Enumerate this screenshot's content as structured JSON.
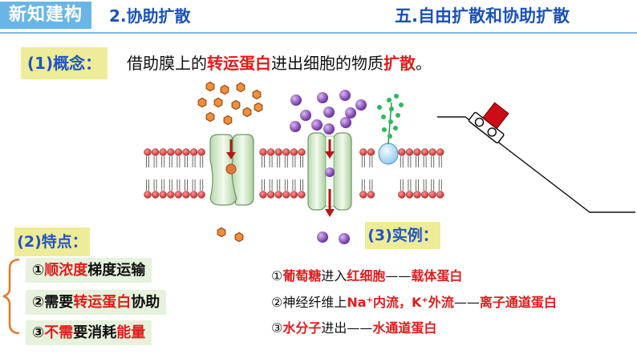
{
  "header": {
    "badge": "新知建构",
    "subtitle": "2.协助扩散",
    "title": "五.自由扩散和协助扩散"
  },
  "concept": {
    "label": "(1)概念：",
    "parts": [
      "借助膜上的",
      "转运蛋白",
      "进出细胞的物质",
      "扩散",
      "。"
    ]
  },
  "traits": {
    "label": "(2)特点：",
    "items": [
      {
        "num": "①",
        "red": "顺浓度",
        "rest": "梯度运输"
      },
      {
        "num": "②",
        "pre": "需要",
        "red": "转运蛋白",
        "rest": "协助"
      },
      {
        "num": "③",
        "red": "不需",
        "mid": "要消耗",
        "red2": "能量"
      }
    ]
  },
  "examples": {
    "label": "(3)实例：",
    "items": [
      {
        "num": "①",
        "a": "葡萄糖",
        "b": "进入",
        "c": "红细胞",
        "d": "——",
        "e": "载体蛋白"
      },
      {
        "num": "②",
        "a": "神经纤维上",
        "b": "Na⁺内流，K⁺外流",
        "c": "——",
        "d": "离子通道蛋白"
      },
      {
        "num": "③",
        "a": "水分子",
        "b": "进出——",
        "c": "水通道蛋白"
      }
    ]
  },
  "colors": {
    "accent_blue": "#1b52b8",
    "highlight_red": "#e21b1b",
    "label_bg": "#eeec98",
    "badge_bg": "#69b6e6",
    "trait_bg": "#e6f2dc"
  }
}
